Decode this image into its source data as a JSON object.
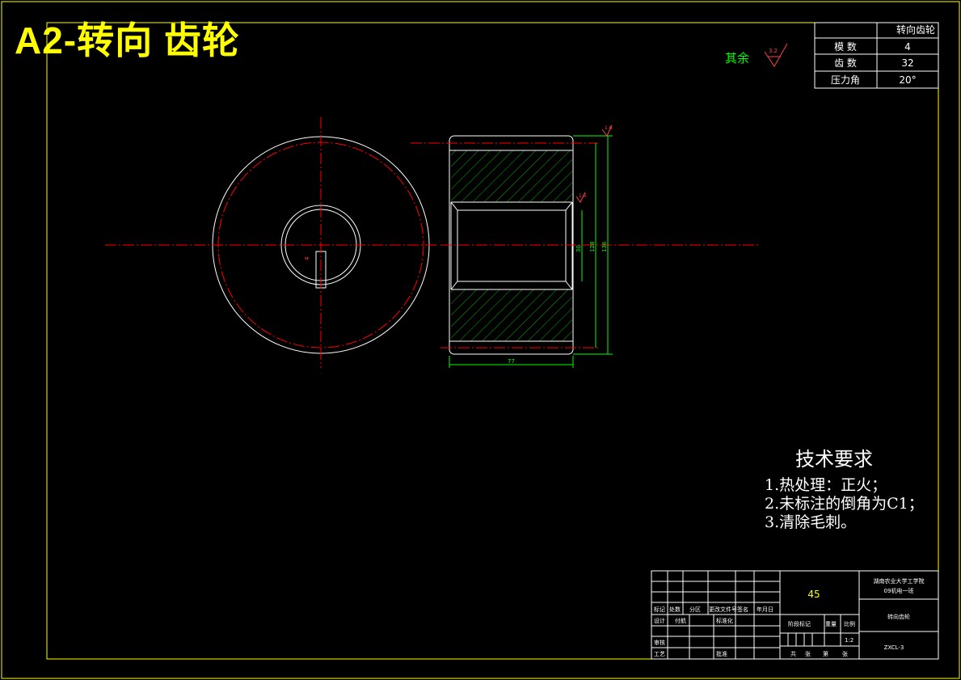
{
  "banner": {
    "title": "A2-转向 齿轮"
  },
  "params_table": {
    "header": "转向齿轮",
    "rows": [
      {
        "label": "模  数",
        "value": "4"
      },
      {
        "label": "齿  数",
        "value": "32"
      },
      {
        "label": "压力角",
        "value": "20°"
      }
    ]
  },
  "roughness": {
    "label": "其余",
    "symbol_value": "3.2"
  },
  "drawing": {
    "dim_width": "77",
    "dim_keyway": "4",
    "dim_bore": "30",
    "dim_pitch": "128",
    "dim_outer": "136",
    "surface_mark_top": "1.6",
    "surface_mark_mid": "1.6"
  },
  "tech_requirements": {
    "heading": "技术要求",
    "items": [
      "1.热处理：正火；",
      "2.未标注的倒角为C1；",
      "3.清除毛刺。"
    ]
  },
  "title_block": {
    "material": "45",
    "company_line1": "湖南农业大学工学院",
    "company_line2": "09机电一班",
    "part_name": "转向齿轮",
    "drawing_no": "ZXCL-3",
    "scale": "1:2",
    "rev_headers": [
      "标记",
      "处数",
      "分区",
      "更改文件号",
      "签名",
      "年月日"
    ],
    "design_label": "设计",
    "designer": "付航",
    "standard_label": "标准化",
    "review_label": "审核",
    "process_label": "工艺",
    "approve_label": "批准",
    "stage_label": "阶段标记",
    "weight_label": "重量",
    "scale_label": "比例",
    "sheets": [
      "共",
      "张",
      "第",
      "张"
    ]
  },
  "colors": {
    "frame": "#ffff00",
    "outline": "#ffffff",
    "center": "#ff0000",
    "dim": "#00ff00",
    "hatch": "#00b000"
  }
}
